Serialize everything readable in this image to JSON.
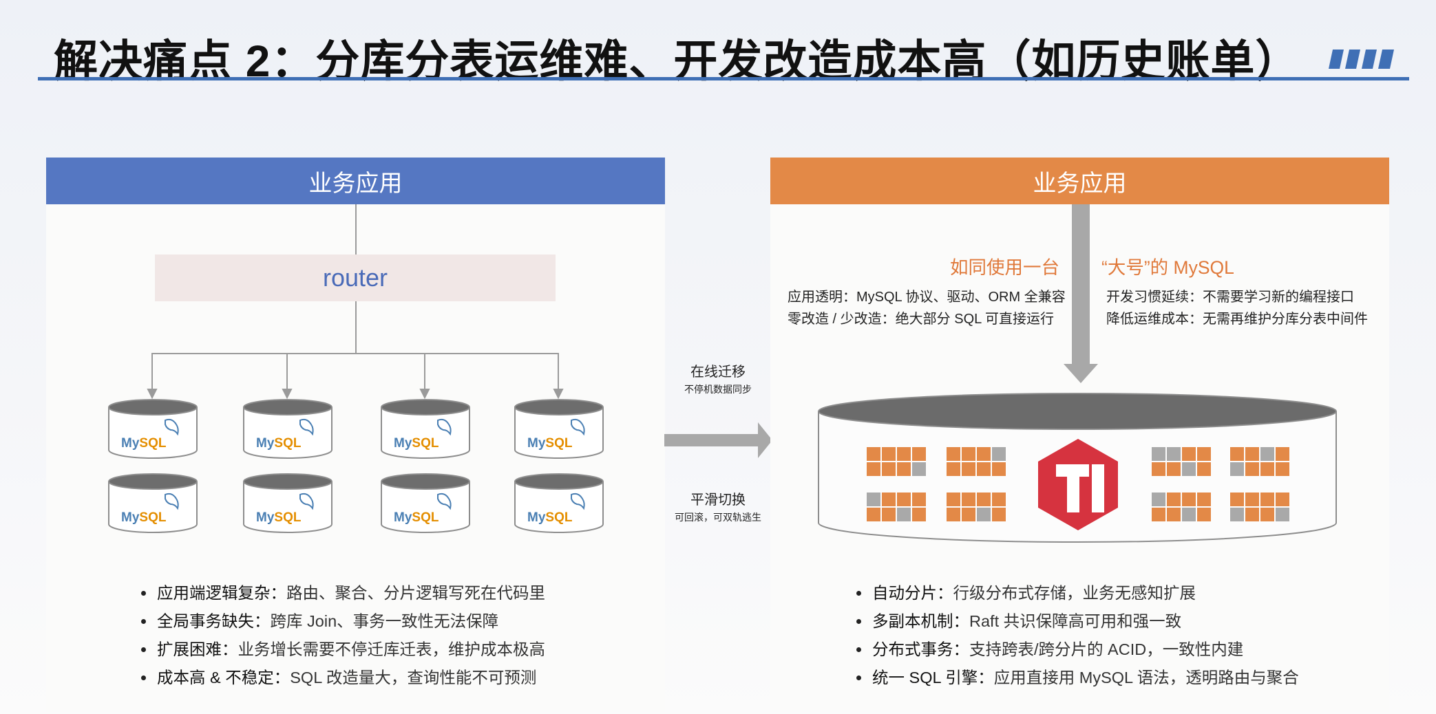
{
  "title": "解决痛点 2：分库分表运维难、开发改造成本高（如历史账单）",
  "colors": {
    "accent_blue": "#5577c2",
    "accent_orange": "#e38947",
    "title_rule": "#3f6fb5",
    "tidb_red": "#d6333f"
  },
  "left": {
    "header": "业务应用",
    "router": "router",
    "db_logo": {
      "my": "My",
      "sql": "SQL"
    },
    "bullets": [
      {
        "key": "应用端逻辑复杂：",
        "value": "路由、聚合、分片逻辑写死在代码里"
      },
      {
        "key": "全局事务缺失：",
        "value": "跨库 Join、事务一致性无法保障"
      },
      {
        "key": "扩展困难：",
        "value": "业务增长需要不停迁库迁表，维护成本极高"
      },
      {
        "key": "成本高 & 不稳定：",
        "value": "SQL 改造量大，查询性能不可预测"
      }
    ]
  },
  "middle": {
    "top_title": "在线迁移",
    "top_sub": "不停机数据同步",
    "bottom_title": "平滑切换",
    "bottom_sub": "可回滚，可双轨逃生"
  },
  "right": {
    "header": "业务应用",
    "tag_left": "如同使用一台",
    "tag_right": "“大号”的 MySQL",
    "notes_left": [
      "应用透明：MySQL 协议、驱动、ORM 全兼容",
      "零改造 / 少改造：绝大部分 SQL 可直接运行"
    ],
    "notes_right": [
      "开发习惯延续：不需要学习新的编程接口",
      "降低运维成本：无需再维护分库分表中间件"
    ],
    "bullets": [
      {
        "key": "自动分片：",
        "value": "行级分布式存储，业务无感知扩展"
      },
      {
        "key": "多副本机制：",
        "value": "Raft 共识保障高可用和强一致"
      },
      {
        "key": "分布式事务：",
        "value": "支持跨表/跨分片的 ACID，一致性内建"
      },
      {
        "key": "统一 SQL 引擎：",
        "value": "应用直接用 MySQL 语法，透明路由与聚合"
      }
    ]
  }
}
